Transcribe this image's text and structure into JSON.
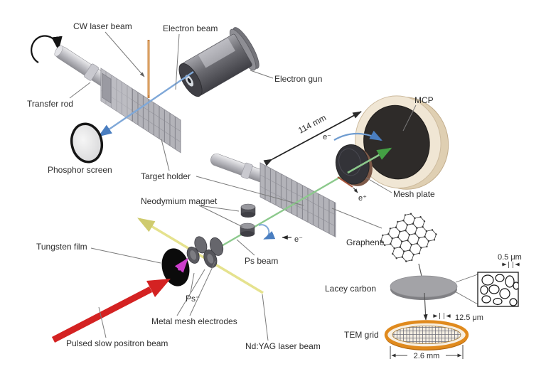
{
  "figure": {
    "labels": {
      "cw_laser_beam": "CW laser beam",
      "electron_beam": "Electron beam",
      "electron_gun": "Electron gun",
      "transfer_rod": "Transfer rod",
      "phosphor_screen": "Phosphor screen",
      "target_holder": "Target holder",
      "mcp": "MCP",
      "distance_target_to_mcp": "114 mm",
      "mesh_plate": "Mesh plate",
      "neodymium_magnet": "Neodymium magnet",
      "graphene": "Graphene",
      "ps_beam": "Ps beam",
      "tungsten_film": "Tungsten film",
      "ps_negative_ion": "Ps⁻",
      "metal_mesh_electrodes": "Metal mesh electrodes",
      "pulsed_slow_positron_beam": "Pulsed slow positron beam",
      "nd_yag_laser_beam": "Nd:YAG laser beam",
      "lacey_carbon": "Lacey carbon",
      "tem_grid": "TEM grid",
      "dim_tem_grid_diameter": "2.6 mm",
      "dim_grid_bar": "12.5 μm",
      "dim_lacey_hole": "0.5 μm",
      "electron": "e⁻",
      "positron": "e⁺"
    },
    "colors": {
      "positron_beam_red": "#d42222",
      "nd_yag_yellow": "#e5e28e",
      "ps_beam_green": "#8cc98c",
      "electron_beam_blue": "#7fa8d8",
      "cw_laser_orange": "#c8823f",
      "ps_ion_magenta": "#cc3fcc",
      "tem_grid_orange": "#e08a1d",
      "mcp_ring_cream": "#f0e6d4",
      "label_text": "#2e2e2e"
    }
  }
}
